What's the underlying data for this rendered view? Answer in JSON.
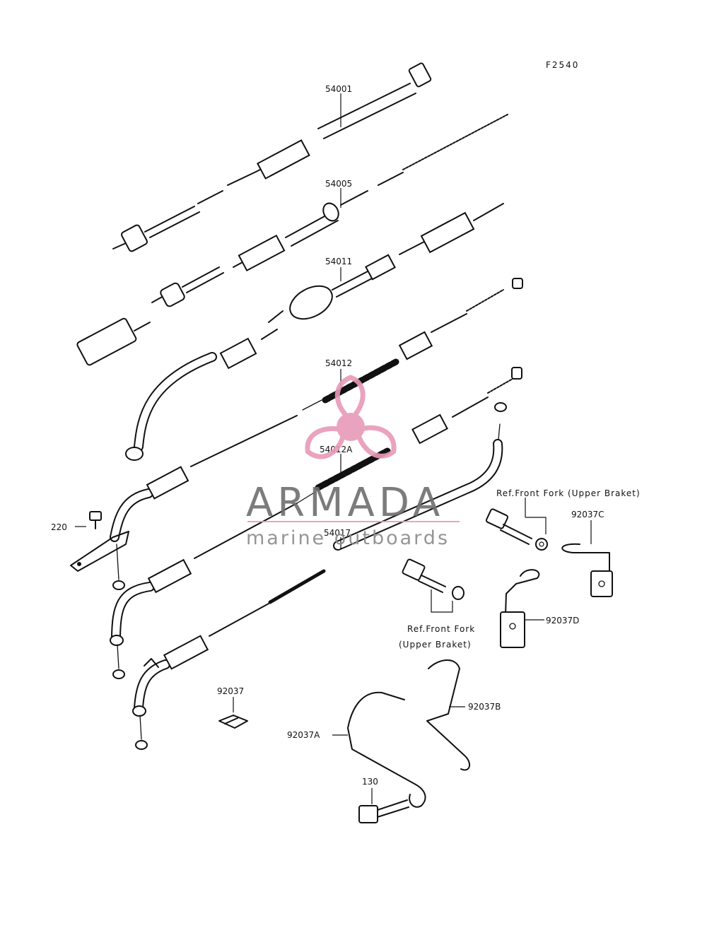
{
  "figure_code": "F2540",
  "labels": {
    "p54001": "54001",
    "p54005": "54005",
    "p54011": "54011",
    "p54012": "54012",
    "p54012A": "54012A",
    "p54017": "54017",
    "p220": "220",
    "p92037": "92037",
    "p92037A": "92037A",
    "p92037B": "92037B",
    "p92037C": "92037C",
    "p92037D": "92037D",
    "p130": "130"
  },
  "notes": {
    "ref_upper_right": "Ref.Front Fork (Upper Braket)",
    "ref_mid_line1": "Ref.Front Fork",
    "ref_mid_line2": "(Upper Braket)"
  },
  "watermark": {
    "title": "ARMADA",
    "subtitle": "marine outboards",
    "logo_color": "#e89ab8"
  }
}
